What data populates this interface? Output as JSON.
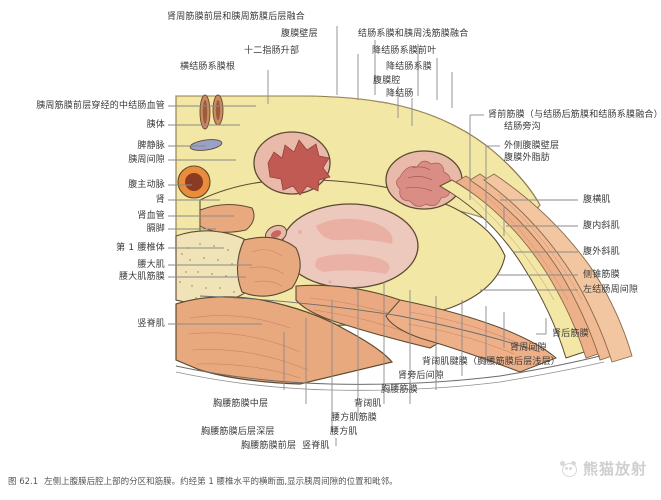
{
  "figure": {
    "caption_number": "图 62.1",
    "caption_text": "左侧上腹膜后腔上部的分区和筋膜。约经第 1 腰椎水平的横断面,显示胰周间隙的位置和毗邻。"
  },
  "watermark": {
    "text": "熊猫放射",
    "icon": "panda-icon"
  },
  "labels": {
    "top": [
      {
        "id": "l-top-1",
        "text": "肾周筋膜前层和胰周筋膜后层融合"
      },
      {
        "id": "l-top-2",
        "text": "腹膜壁层"
      },
      {
        "id": "l-top-3",
        "text": "结肠系膜和胰周浅筋膜融合"
      },
      {
        "id": "l-top-4",
        "text": "十二指肠升部"
      },
      {
        "id": "l-top-5",
        "text": "降结肠系膜前叶"
      },
      {
        "id": "l-top-6",
        "text": "横结肠系膜根"
      },
      {
        "id": "l-top-7",
        "text": "降结肠系膜"
      },
      {
        "id": "l-top-8",
        "text": "腹膜腔"
      },
      {
        "id": "l-top-9",
        "text": "降结肠"
      }
    ],
    "left": [
      {
        "id": "l-left-1",
        "text": "胰周筋膜前层穿经的中结肠血管"
      },
      {
        "id": "l-left-2",
        "text": "胰体"
      },
      {
        "id": "l-left-3",
        "text": "脾静脉"
      },
      {
        "id": "l-left-4",
        "text": "胰周间隙"
      },
      {
        "id": "l-left-5",
        "text": "腹主动脉"
      },
      {
        "id": "l-left-6",
        "text": "肾"
      },
      {
        "id": "l-left-7",
        "text": "肾血管"
      },
      {
        "id": "l-left-8",
        "text": "膈脚"
      },
      {
        "id": "l-left-9",
        "text": "第 1 腰椎体"
      },
      {
        "id": "l-left-10",
        "text": "腰大肌"
      },
      {
        "id": "l-left-11",
        "text": "腰大肌筋膜"
      },
      {
        "id": "l-left-12",
        "text": "竖脊肌"
      }
    ],
    "right": [
      {
        "id": "l-right-1",
        "text": "肾前筋膜（与结肠后筋膜和结肠系膜融合）"
      },
      {
        "id": "l-right-2",
        "text": "结肠旁沟"
      },
      {
        "id": "l-right-3",
        "text": "外侧腹膜壁层"
      },
      {
        "id": "l-right-4",
        "text": "腹膜外脂肪"
      },
      {
        "id": "l-right-5",
        "text": "腹横肌"
      },
      {
        "id": "l-right-6",
        "text": "腹内斜肌"
      },
      {
        "id": "l-right-7",
        "text": "腹外斜肌"
      },
      {
        "id": "l-right-8",
        "text": "侧锥筋膜"
      },
      {
        "id": "l-right-9",
        "text": "左结肠周间隙"
      }
    ],
    "bottom": [
      {
        "id": "l-bot-1",
        "text": "肾后筋膜"
      },
      {
        "id": "l-bot-2",
        "text": "肾周间隙"
      },
      {
        "id": "l-bot-3",
        "text": "背阔肌腱膜（胸腰筋膜后层浅层）"
      },
      {
        "id": "l-bot-4",
        "text": "肾旁后间隙"
      },
      {
        "id": "l-bot-5",
        "text": "胸腰筋膜"
      },
      {
        "id": "l-bot-6",
        "text": "背阔肌"
      },
      {
        "id": "l-bot-7",
        "text": "腰方肌筋膜"
      },
      {
        "id": "l-bot-8",
        "text": "腰方肌"
      },
      {
        "id": "l-bot-9",
        "text": "竖脊肌"
      },
      {
        "id": "l-bot-10",
        "text": "胸腰筋膜中层"
      },
      {
        "id": "l-bot-11",
        "text": "胸腰筋膜后层深层"
      },
      {
        "id": "l-bot-12",
        "text": "胸腰筋膜前层"
      }
    ]
  },
  "colors": {
    "fat": "#f3e7a6",
    "fat_light": "#f7eec2",
    "muscle": "#e9a97f",
    "muscle_light": "#f0bb94",
    "bowel_wall": "#e9b9aa",
    "bowel_lumen": "#c05a52",
    "kidney": "#ecc8bd",
    "kidney_inner": "#e9a89c",
    "aorta_outer": "#e98c3c",
    "aorta_lumen": "#8a3b22",
    "vein": "#9aa0c8",
    "bone": "#f0e3b8",
    "outline": "#4a3a2a",
    "leader": "#8a8a8a",
    "text": "#3a3a3a",
    "watermark": "#cfcfcf"
  }
}
